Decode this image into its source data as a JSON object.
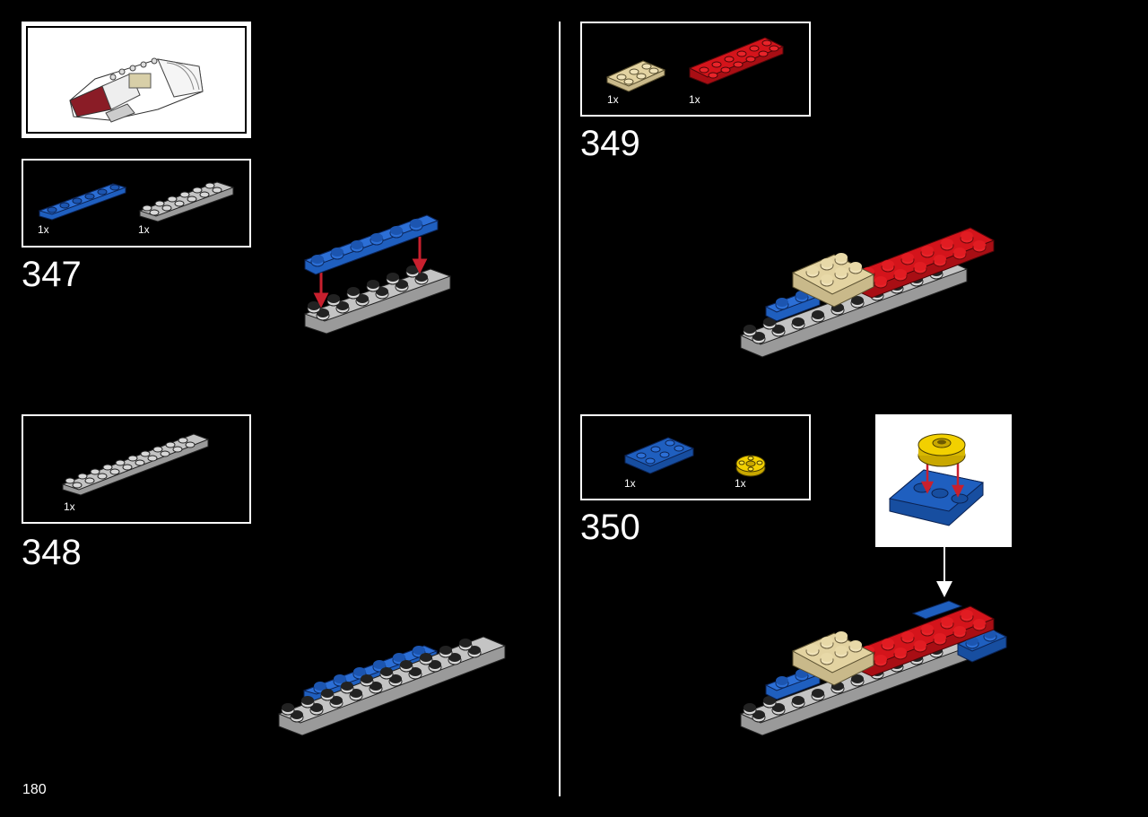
{
  "page": {
    "number": "180"
  },
  "steps": [
    {
      "number": "347",
      "parts": [
        {
          "qty": "1x",
          "part": "blue plate 1x6"
        },
        {
          "qty": "1x",
          "part": "grey plate 2x6"
        }
      ]
    },
    {
      "number": "348",
      "parts": [
        {
          "qty": "1x",
          "part": "grey plate 2x10"
        }
      ]
    },
    {
      "number": "349",
      "parts": [
        {
          "qty": "1x",
          "part": "tan plate 2x3"
        },
        {
          "qty": "1x",
          "part": "red plate 2x6"
        }
      ]
    },
    {
      "number": "350",
      "parts": [
        {
          "qty": "1x",
          "part": "blue plate 2x3"
        },
        {
          "qty": "1x",
          "part": "yellow round plate 2x2"
        }
      ]
    }
  ],
  "colors": {
    "blue": "#1f5fbf",
    "grey": "#b5b5b5",
    "red": "#d4141b",
    "tan": "#e3d3a1",
    "yellow": "#f2d000",
    "dark_red": "#8a1c26",
    "arrow": "#c8202e"
  }
}
